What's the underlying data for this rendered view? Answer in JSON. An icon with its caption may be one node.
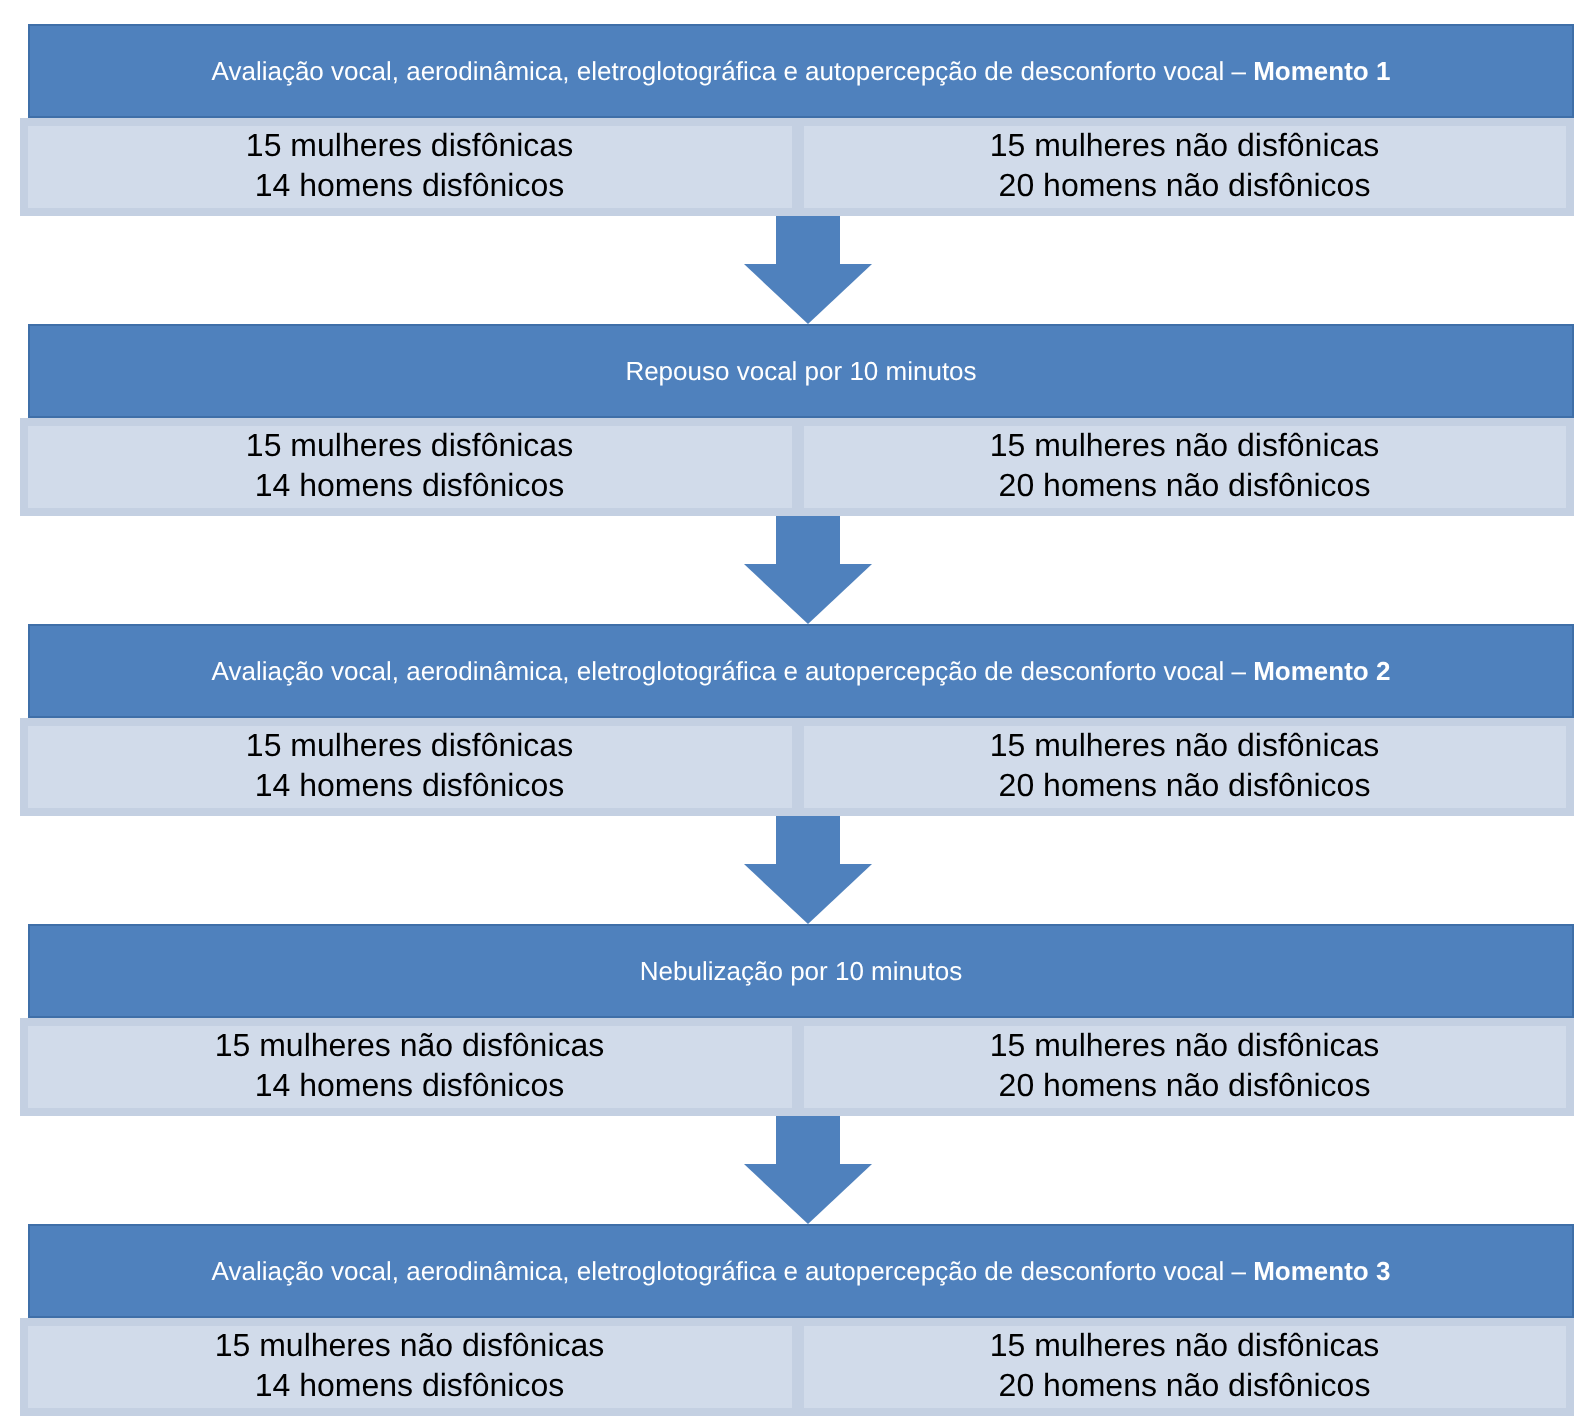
{
  "diagram": {
    "nodes": [
      {
        "text": [
          "Avaliação vocal, aerodinâmica, eletroglotográfica e autopercepção de desconforto vocal – **Momento 1**"
        ]
      },
      {
        "text": [],
        "shape": "box"
      },
      {
        "text": [
          "15 mulheres disfônicas",
          "14 homens disfônicos"
        ],
        "in": 1
      },
      {
        "text": [
          "15 mulheres não disfônicas",
          "20 homens não disfônicos"
        ],
        "in": 1
      },
      {
        "text": [
          "Repouso vocal por 10 minutos"
        ]
      },
      {
        "text": [],
        "shape": "box"
      },
      {
        "text": [
          "15 mulheres disfônicas",
          "14 homens disfônicos"
        ],
        "in": 5
      },
      {
        "text": [
          "15 mulheres não disfônicas",
          "20 homens não disfônicos"
        ],
        "in": 5
      },
      {
        "text": [
          "Avaliação vocal, aerodinâmica, eletroglotográfica e autopercepção de desconforto vocal – **Momento 2**"
        ]
      },
      {
        "text": [],
        "shape": "box"
      },
      {
        "text": [
          "15 mulheres disfônicas",
          "14 homens disfônicos"
        ],
        "in": 9
      },
      {
        "text": [
          "15 mulheres não disfônicas",
          "20 homens não disfônicos"
        ],
        "in": 9
      },
      {
        "text": [
          "Nebulização por 10 minutos"
        ]
      },
      {
        "text": [],
        "shape": "box"
      },
      {
        "text": [
          "15 mulheres não disfônicas",
          "14 homens disfônicos"
        ],
        "in": 13
      },
      {
        "text": [
          "15 mulheres não disfônicas",
          "20 homens não disfônicos"
        ],
        "in": 13
      },
      {
        "text": [
          "Avaliação vocal, aerodinâmica, eletroglotográfica e autopercepção de desconforto vocal – **Momento 3**"
        ]
      },
      {
        "text": [],
        "shape": "box"
      },
      {
        "text": [
          "15 mulheres não disfônicas",
          "14 homens disfônicos"
        ],
        "in": 17
      },
      {
        "text": [
          "15 mulheres não disfônicas",
          "20 homens não disfônicos"
        ],
        "in": 17
      }
    ],
    "edges": [
      {
        "from": 1,
        "to": 4,
        "arrow": "to"
      },
      {
        "from": 5,
        "to": 8,
        "arrow": "to"
      },
      {
        "from": 9,
        "to": 12,
        "arrow": "to"
      },
      {
        "from": 13,
        "to": 16,
        "arrow": "to"
      }
    ]
  }
}
